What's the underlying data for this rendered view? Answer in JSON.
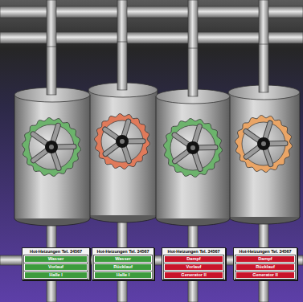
{
  "diagram": {
    "nodes": [
      {
        "text": [
          "Hot-Heizungen Tel. 34567",
          "Wasser",
          "Vorlauf",
          "Halle I"
        ]
      },
      {
        "text": [
          "Hot-Heizungen Tel. 34567",
          "Wasser",
          "Rücklauf",
          "Halle I"
        ]
      },
      {
        "text": [
          "Hot-Heizungen Tel. 34567",
          "Dampf",
          "Vorlauf",
          "Generator II"
        ]
      },
      {
        "text": [
          "Hot-Heizungen Tel. 34567",
          "Dampf",
          "Rücklauf",
          "Generator II"
        ]
      }
    ]
  }
}
